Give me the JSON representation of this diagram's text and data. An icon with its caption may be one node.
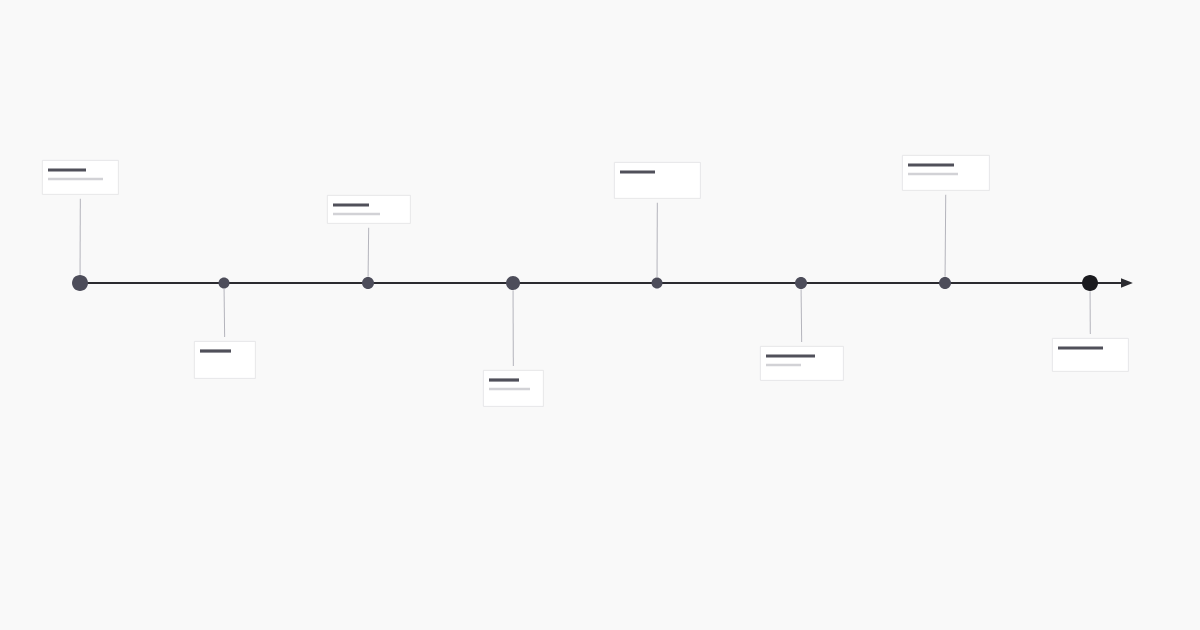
{
  "diagram": {
    "nodes": [
      {
        "text": [],
        "shape": "circle"
      },
      {
        "text": [],
        "shape": "circle"
      },
      {
        "text": [],
        "shape": "circle"
      },
      {
        "text": [],
        "shape": "circle"
      },
      {
        "text": [],
        "shape": "circle"
      },
      {
        "text": [],
        "shape": "circle"
      },
      {
        "text": [],
        "shape": "circle"
      },
      {
        "text": [],
        "shape": "circle"
      },
      {
        "text": [],
        "shape": "box"
      },
      {
        "text": [],
        "shape": "box"
      },
      {
        "text": [],
        "shape": "box"
      },
      {
        "text": [],
        "shape": "box"
      },
      {
        "text": [],
        "shape": "box"
      },
      {
        "text": [],
        "shape": "box"
      },
      {
        "text": [],
        "shape": "box"
      },
      {
        "text": [],
        "shape": "box"
      }
    ],
    "edges": [
      {
        "from": 8,
        "to": 0,
        "arrow": "none"
      },
      {
        "from": 9,
        "to": 1,
        "arrow": "none"
      },
      {
        "from": 10,
        "to": 2,
        "arrow": "none"
      },
      {
        "from": 11,
        "to": 3,
        "arrow": "none"
      },
      {
        "from": 12,
        "to": 4,
        "arrow": "none"
      },
      {
        "from": 13,
        "to": 5,
        "arrow": "none"
      },
      {
        "from": 14,
        "to": 6,
        "arrow": "none"
      },
      {
        "from": 15,
        "to": 7,
        "arrow": "none"
      }
    ]
  }
}
